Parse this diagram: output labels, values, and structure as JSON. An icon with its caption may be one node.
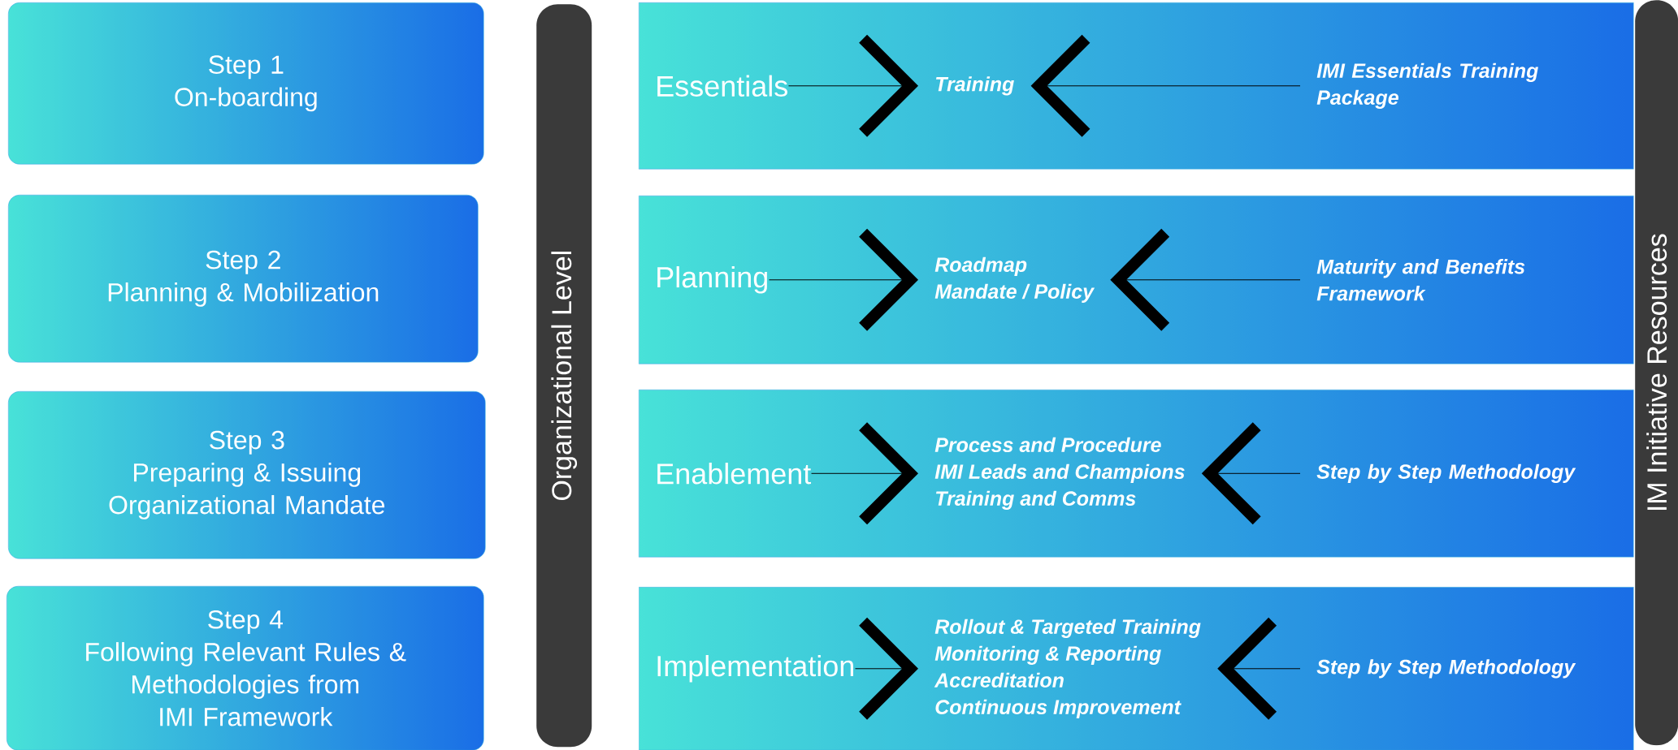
{
  "diagram": {
    "nodes": [
      {
        "text": [
          "Step 1",
          "On-boarding"
        ]
      },
      {
        "text": [
          "Step 2",
          "Planning & Mobilization"
        ]
      },
      {
        "text": [
          "Step 3",
          "Preparing & Issuing",
          "Organizational Mandate"
        ]
      },
      {
        "text": [
          "Step 4",
          "Following Relevant Rules &",
          "Methodologies from",
          "IMI Framework"
        ]
      },
      {
        "text": [
          "Organizational Level"
        ]
      },
      {
        "text": [],
        "shape": "box"
      },
      {
        "text": [
          "Essentials"
        ],
        "in": 5
      },
      {
        "text": [
          "Training"
        ],
        "in": 5
      },
      {
        "text": [
          "IMI Essentials Training Package"
        ],
        "in": 5
      },
      {
        "text": [],
        "shape": "box"
      },
      {
        "text": [
          "Planning"
        ],
        "in": 9
      },
      {
        "text": [
          "Roadmap",
          "Mandate / Policy"
        ],
        "in": 9
      },
      {
        "text": [
          "Maturity and Benefits Framework"
        ],
        "in": 9
      },
      {
        "text": [],
        "shape": "box"
      },
      {
        "text": [
          "Enablement"
        ],
        "in": 13
      },
      {
        "text": [
          "Process and Procedure",
          "IMI Leads and Champions",
          "Training and Comms"
        ],
        "in": 13
      },
      {
        "text": [
          "Step by Step Methodology"
        ],
        "in": 13
      },
      {
        "text": [],
        "shape": "box"
      },
      {
        "text": [
          "Implementation"
        ],
        "in": 17
      },
      {
        "text": [
          "Rollout & Targeted Training",
          "Monitoring & Reporting",
          "Accreditation",
          "Continuous Improvement"
        ],
        "in": 17
      },
      {
        "text": [
          "Step by Step Methodology"
        ],
        "in": 17
      },
      {
        "text": [
          "IM Initiative Resources"
        ]
      }
    ],
    "edges": [
      {
        "from": 6,
        "to": 7,
        "arrow": "to"
      },
      {
        "from": 8,
        "to": 7,
        "arrow": "to"
      },
      {
        "from": 10,
        "to": 11,
        "arrow": "to"
      },
      {
        "from": 12,
        "to": 11,
        "arrow": "to"
      },
      {
        "from": 14,
        "to": 15,
        "arrow": "to"
      },
      {
        "from": 16,
        "to": 15,
        "arrow": "to"
      },
      {
        "from": 18,
        "to": 19,
        "arrow": "to"
      },
      {
        "from": 20,
        "to": 19,
        "arrow": "to"
      }
    ]
  }
}
